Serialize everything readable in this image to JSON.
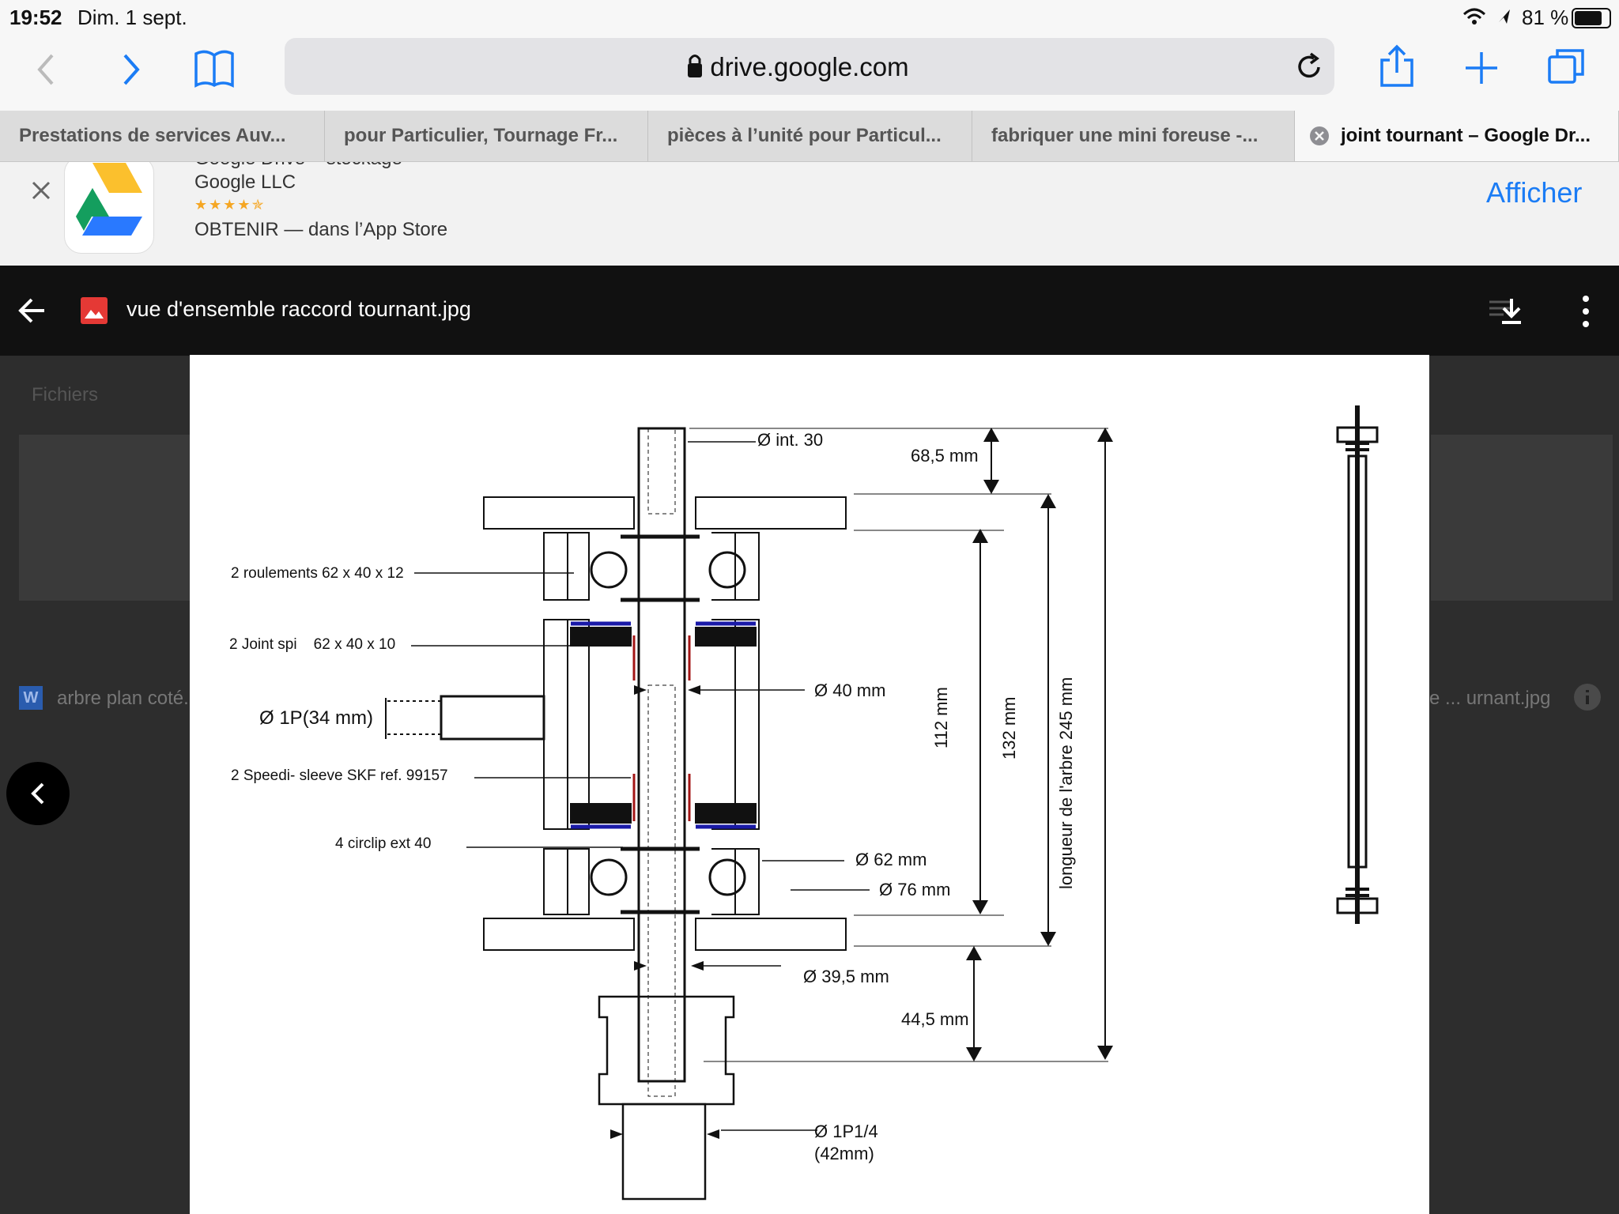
{
  "status_bar": {
    "time": "19:52",
    "date": "Dim. 1 sept.",
    "battery": "81 %"
  },
  "toolbar": {
    "url": "drive.google.com"
  },
  "tabs": [
    {
      "label": "Prestations de services Auv..."
    },
    {
      "label": "pour Particulier, Tournage Fr..."
    },
    {
      "label": "pièces à l’unité pour Particul..."
    },
    {
      "label": "fabriquer une mini foreuse -..."
    },
    {
      "label": "joint tournant – Google Dr..."
    }
  ],
  "banner": {
    "app_name": "Google Drive – stockage",
    "publisher": "Google LLC",
    "rating": "★★★★✯",
    "cta": "OBTENIR — dans l’App Store",
    "action": "Afficher"
  },
  "viewer": {
    "file_name": "vue d'ensemble raccord tournant.jpg",
    "behind": {
      "section": "Fichiers",
      "left_file": "arbre plan coté.",
      "left_file_badge": "W",
      "right_file": "e ... urnant.jpg"
    }
  },
  "drawing": {
    "labels": {
      "int30": "Ø int. 30",
      "d685": "68,5 mm",
      "roulements": "2 roulements 62 x 40 x 12",
      "joint": "2 Joint spi    62 x 40 x 10",
      "d40": "Ø 40 mm",
      "p1": "Ø 1P(34 mm)",
      "speedi": "2 Speedi- sleeve SKF ref. 99157",
      "circlip": "4 circlip ext 40",
      "d62": "Ø 62 mm",
      "d76": "Ø 76 mm",
      "d395": "Ø 39,5 mm",
      "d445": "44,5 mm",
      "p14": "Ø 1P1/4",
      "p14b": "(42mm)",
      "d112": "112 mm",
      "d132": "132 mm",
      "longueur": "longueur de l'arbre 245 mm"
    }
  }
}
